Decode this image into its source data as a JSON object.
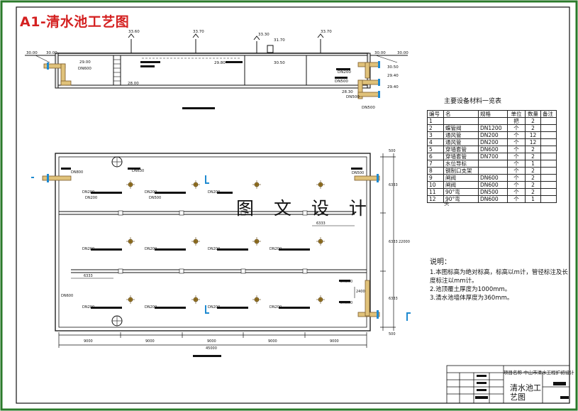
{
  "header": {
    "title": "A1-清水池工艺图"
  },
  "watermark": "图 文 设 计",
  "section_view": {
    "elevations": [
      "33.60",
      "33.70",
      "33.30",
      "31.70",
      "33.70",
      "30.00",
      "30.00",
      "30.00",
      "30.00",
      "29.80",
      "30.50",
      "28.00",
      "29.00",
      "29.40",
      "28.30",
      "29.40",
      "30.50"
    ],
    "labels": [
      "DN600",
      "DN200",
      "DN500",
      "DN500",
      "DN500"
    ]
  },
  "plan_view": {
    "labels": [
      "DN800",
      "DN630",
      "DN500",
      "DN500",
      "DN600",
      "DN200",
      "DN200",
      "DN200",
      "DN200",
      "DN200",
      "DN200",
      "DN200",
      "DN200",
      "DN200",
      "DN200",
      "DN200",
      "DN200",
      "DN600",
      "DN500"
    ],
    "dims_bottom": [
      "9000",
      "9000",
      "9000",
      "9000",
      "9000",
      "45000"
    ],
    "dims_right": [
      "500",
      "6333",
      "6333",
      "22000",
      "6333",
      "500"
    ],
    "inner_dims": [
      "6333",
      "6333",
      "2400"
    ]
  },
  "material_table": {
    "title": "主要设备材料一览表",
    "headers": [
      "编号",
      "名",
      "规格",
      "单位",
      "数量",
      "备注"
    ],
    "rows": [
      [
        "1",
        "",
        "",
        "把",
        "2",
        ""
      ],
      [
        "2",
        "蝶管阀",
        "DN1200",
        "个",
        "2",
        ""
      ],
      [
        "3",
        "通风管",
        "DN200",
        "个",
        "12",
        ""
      ],
      [
        "4",
        "通风管",
        "DN200",
        "个",
        "12",
        ""
      ],
      [
        "5",
        "穿墙套管",
        "DN600",
        "个",
        "2",
        ""
      ],
      [
        "6",
        "穿墙套管",
        "DN700",
        "个",
        "2",
        ""
      ],
      [
        "7",
        "水位导标",
        "",
        "个",
        "1",
        ""
      ],
      [
        "8",
        "钢制口支架",
        "",
        "个",
        "2",
        ""
      ],
      [
        "9",
        "闸阀",
        "DN600",
        "个",
        "2",
        ""
      ],
      [
        "10",
        "闸阀",
        "DN600",
        "个",
        "2",
        ""
      ],
      [
        "11",
        "90°弯",
        "DN500",
        "个",
        "2",
        ""
      ],
      [
        "12",
        "90°弯",
        "DN600",
        "个",
        "1",
        ""
      ]
    ],
    "footnote": "头"
  },
  "notes": {
    "title": "说明：",
    "items": [
      "1.本图标高为绝对标高，标高以m计，管径标注及长",
      "度标注以mm计。",
      "2.池顶覆土厚度为1000mm。",
      "3.清水池墙体厚度为360mm。"
    ]
  },
  "title_block": {
    "project": "项目名称 中山市清水工程扩初设计",
    "drawing_name_1": "清水池工",
    "drawing_name_2": "艺图"
  },
  "colors": {
    "frame": "#2a7a2a",
    "title": "#d42020",
    "pipe": "#c8a060",
    "accent_blue": "#1e8ad0"
  }
}
